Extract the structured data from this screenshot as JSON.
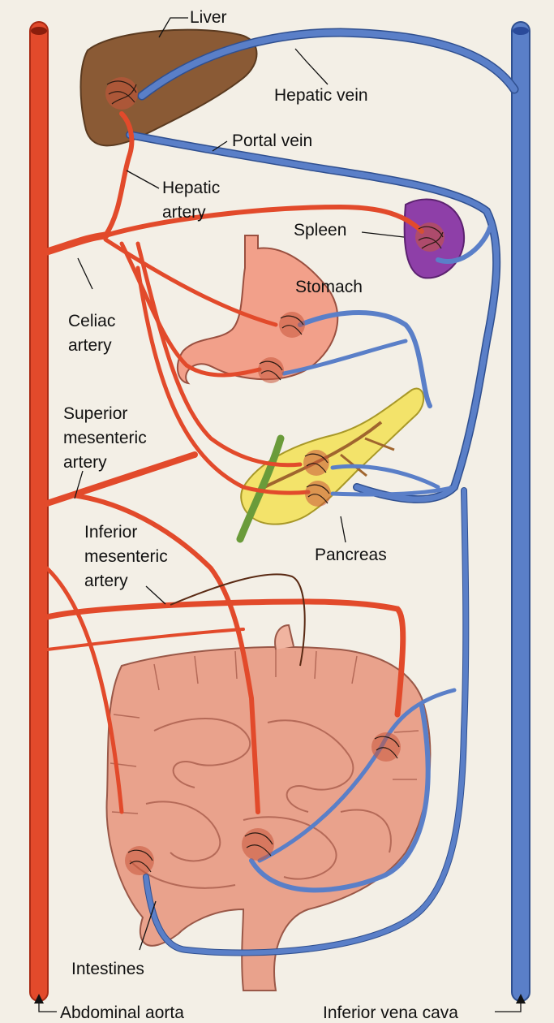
{
  "labels": {
    "liver": "Liver",
    "hepatic_vein": "Hepatic vein",
    "portal_vein": "Portal vein",
    "hepatic_artery_1": "Hepatic",
    "hepatic_artery_2": "artery",
    "spleen": "Spleen",
    "stomach": "Stomach",
    "celiac_artery_1": "Celiac",
    "celiac_artery_2": "artery",
    "superior_mesenteric_1": "Superior",
    "superior_mesenteric_2": "mesenteric",
    "superior_mesenteric_3": "artery",
    "pancreas": "Pancreas",
    "inferior_mesenteric_1": "Inferior",
    "inferior_mesenteric_2": "mesenteric",
    "inferior_mesenteric_3": "artery",
    "intestines": "Intestines",
    "abdominal_aorta": "Abdominal aorta",
    "inferior_vena_cava": "Inferior vena cava"
  },
  "colors": {
    "artery": "#e24a2b",
    "vein": "#5a7fc8",
    "liver": "#8a5a35",
    "spleen": "#8e3fa8",
    "stomach": "#f2a08a",
    "pancreas": "#f3e36a",
    "intestines": "#e9a28c"
  }
}
